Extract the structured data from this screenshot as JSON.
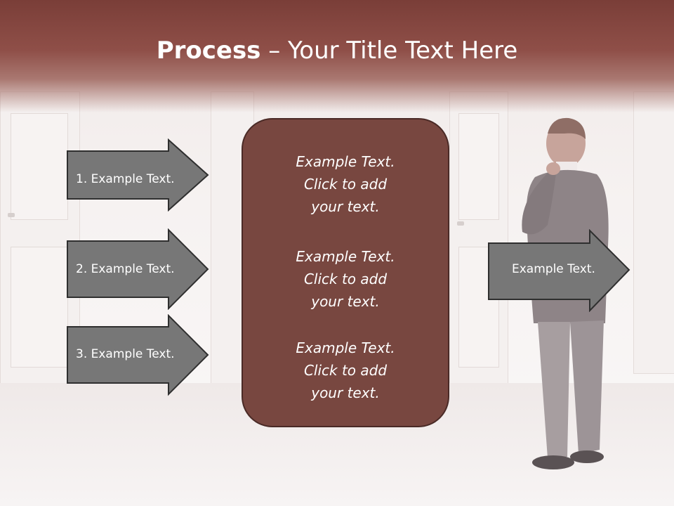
{
  "title": {
    "bold": "Process",
    "rest": " – Your Title Text Here"
  },
  "left_steps": [
    {
      "label": "1. Example Text."
    },
    {
      "label": "2. Example Text."
    },
    {
      "label": "3. Example Text."
    }
  ],
  "center_box": {
    "blocks": [
      "Example Text.\nClick  to add\nyour text.",
      "Example Text.\nClick  to add\nyour text.",
      "Example Text.\nClick  to add\nyour text."
    ]
  },
  "right_arrow": {
    "label": "Example Text."
  },
  "colors": {
    "header": "#8f4f48",
    "center_box": "#784740",
    "arrow_fill": "#757575",
    "arrow_border": "#2f2f2f"
  }
}
